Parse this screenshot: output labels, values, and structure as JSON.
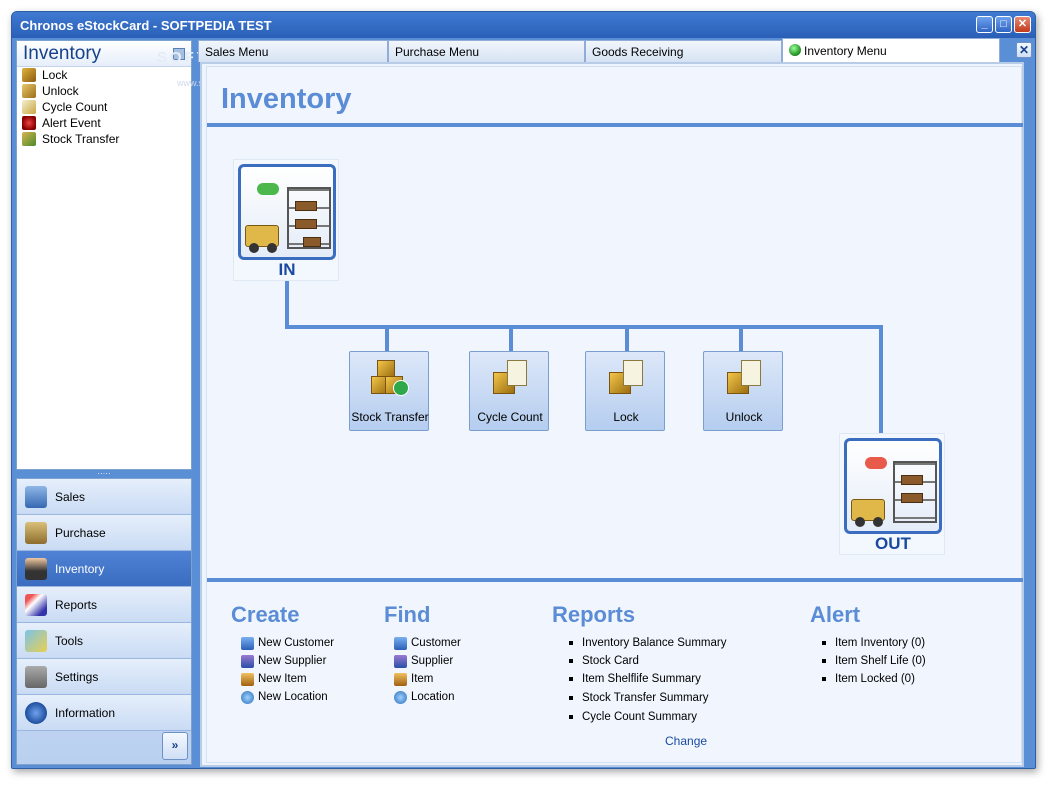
{
  "window": {
    "title": "Chronos eStockCard - SOFTPEDIA TEST",
    "minimize": "_",
    "maximize": "□",
    "close": "✕"
  },
  "watermark": {
    "text": "SOFTPEDIA",
    "sub": "www.softpedia.com"
  },
  "leftpanel": {
    "title": "Inventory",
    "pin": "‹",
    "items": [
      {
        "label": "Lock",
        "icon": "lock-icon"
      },
      {
        "label": "Unlock",
        "icon": "unlock-icon"
      },
      {
        "label": "Cycle Count",
        "icon": "cycle-count-icon"
      },
      {
        "label": "Alert Event",
        "icon": "alert-event-icon"
      },
      {
        "label": "Stock Transfer",
        "icon": "stock-transfer-icon"
      }
    ],
    "grip": "·····"
  },
  "nav": {
    "items": [
      {
        "label": "Sales",
        "icon": "bank-icon"
      },
      {
        "label": "Purchase",
        "icon": "bag-icon"
      },
      {
        "label": "Inventory",
        "icon": "worker-icon",
        "active": true
      },
      {
        "label": "Reports",
        "icon": "chart-icon"
      },
      {
        "label": "Tools",
        "icon": "tools-icon"
      },
      {
        "label": "Settings",
        "icon": "settings-icon"
      },
      {
        "label": "Information",
        "icon": "info-icon"
      }
    ],
    "expand": "»"
  },
  "tabs": [
    {
      "label": "Sales Menu"
    },
    {
      "label": "Purchase Menu"
    },
    {
      "label": "Goods Receiving"
    },
    {
      "label": "Inventory Menu",
      "active": true
    }
  ],
  "tab_close": "✕",
  "main": {
    "title": "Inventory",
    "in_label": "IN",
    "out_label": "OUT",
    "actions": [
      {
        "label": "Stock Transfer"
      },
      {
        "label": "Cycle Count"
      },
      {
        "label": "Lock"
      },
      {
        "label": "Unlock"
      }
    ]
  },
  "create": {
    "title": "Create",
    "items": [
      "New Customer",
      "New Supplier",
      "New Item",
      "New Location"
    ]
  },
  "find": {
    "title": "Find",
    "items": [
      "Customer",
      "Supplier",
      "Item",
      "Location"
    ]
  },
  "reports": {
    "title": "Reports",
    "items": [
      "Inventory Balance Summary",
      "Stock Card",
      "Item Shelflife Summary",
      "Stock Transfer Summary",
      "Cycle Count Summary"
    ],
    "change": "Change"
  },
  "alert": {
    "title": "Alert",
    "items": [
      "Item Inventory (0)",
      "Item Shelf Life (0)",
      "Item Locked (0)"
    ]
  },
  "colors": {
    "accent": "#5b8cd6",
    "titlebar": "#2a5fb8"
  }
}
